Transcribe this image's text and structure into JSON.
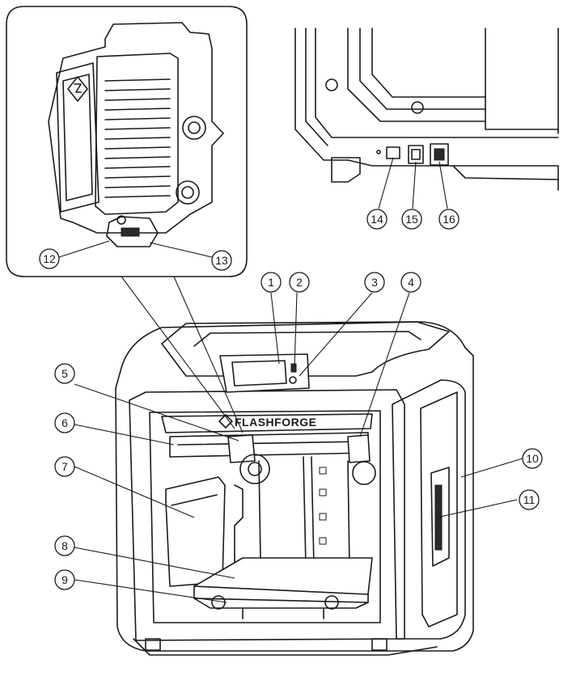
{
  "brand": {
    "logo_text": "FLASHFORGE"
  },
  "callouts": [
    {
      "id": "1",
      "label": "1"
    },
    {
      "id": "2",
      "label": "2"
    },
    {
      "id": "3",
      "label": "3"
    },
    {
      "id": "4",
      "label": "4"
    },
    {
      "id": "5",
      "label": "5"
    },
    {
      "id": "6",
      "label": "6"
    },
    {
      "id": "7",
      "label": "7"
    },
    {
      "id": "8",
      "label": "8"
    },
    {
      "id": "9",
      "label": "9"
    },
    {
      "id": "10",
      "label": "10"
    },
    {
      "id": "11",
      "label": "11"
    },
    {
      "id": "12",
      "label": "12"
    },
    {
      "id": "13",
      "label": "13"
    },
    {
      "id": "14",
      "label": "14"
    },
    {
      "id": "15",
      "label": "15"
    },
    {
      "id": "16",
      "label": "16"
    }
  ]
}
